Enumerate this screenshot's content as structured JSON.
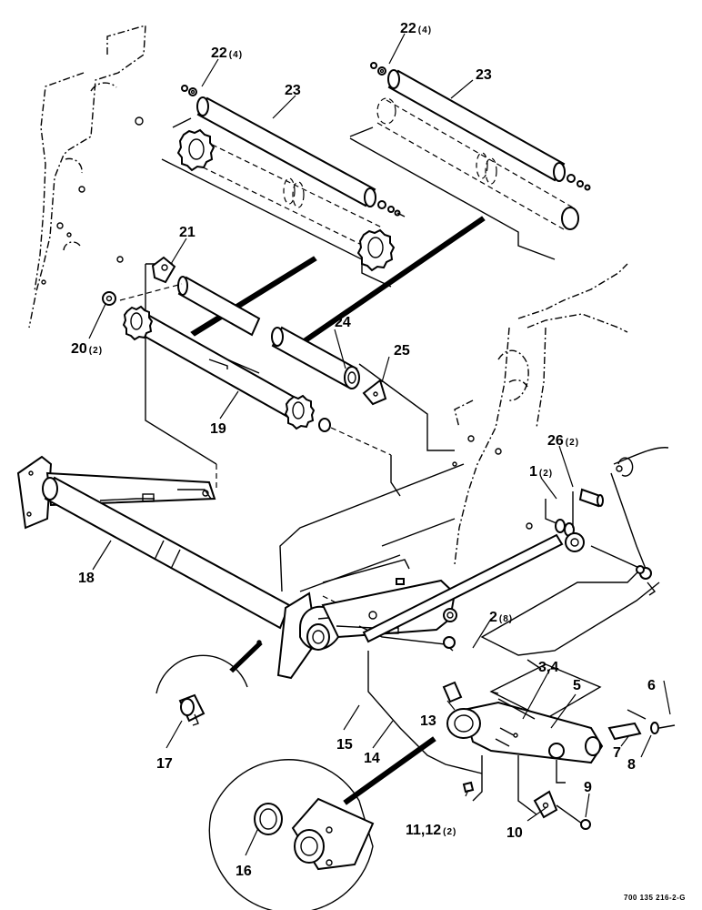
{
  "callouts": [
    {
      "id": "c1",
      "text": "1",
      "qty": "(2)"
    },
    {
      "id": "c2",
      "text": "2",
      "qty": "(8)"
    },
    {
      "id": "c34",
      "text": "3,4",
      "qty": ""
    },
    {
      "id": "c5",
      "text": "5",
      "qty": ""
    },
    {
      "id": "c6",
      "text": "6",
      "qty": ""
    },
    {
      "id": "c7",
      "text": "7",
      "qty": ""
    },
    {
      "id": "c8",
      "text": "8",
      "qty": ""
    },
    {
      "id": "c9",
      "text": "9",
      "qty": ""
    },
    {
      "id": "c10",
      "text": "10",
      "qty": ""
    },
    {
      "id": "c1112",
      "text": "11,12",
      "qty": "(2)"
    },
    {
      "id": "c13",
      "text": "13",
      "qty": ""
    },
    {
      "id": "c14",
      "text": "14",
      "qty": ""
    },
    {
      "id": "c15",
      "text": "15",
      "qty": ""
    },
    {
      "id": "c16",
      "text": "16",
      "qty": ""
    },
    {
      "id": "c17",
      "text": "17",
      "qty": ""
    },
    {
      "id": "c18",
      "text": "18",
      "qty": ""
    },
    {
      "id": "c19",
      "text": "19",
      "qty": ""
    },
    {
      "id": "c20",
      "text": "20",
      "qty": "(2)"
    },
    {
      "id": "c21",
      "text": "21",
      "qty": ""
    },
    {
      "id": "c22a",
      "text": "22",
      "qty": "(4)"
    },
    {
      "id": "c22b",
      "text": "22",
      "qty": "(4)"
    },
    {
      "id": "c23a",
      "text": "23",
      "qty": ""
    },
    {
      "id": "c23b",
      "text": "23",
      "qty": ""
    },
    {
      "id": "c24",
      "text": "24",
      "qty": ""
    },
    {
      "id": "c25",
      "text": "25",
      "qty": ""
    },
    {
      "id": "c26",
      "text": "26",
      "qty": "(2)"
    }
  ],
  "drawing_number": "700 135 216-2-G"
}
